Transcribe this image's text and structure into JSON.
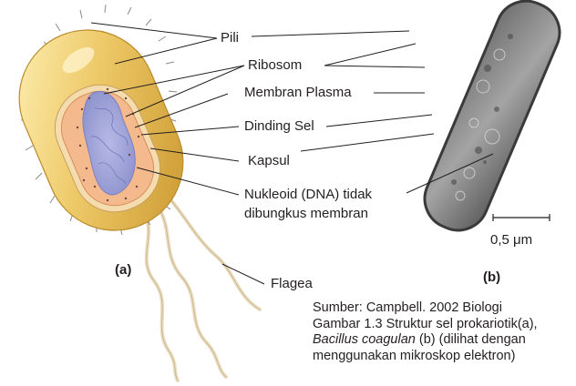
{
  "labels": {
    "pili": "Pili",
    "ribosom": "Ribosom",
    "membran_plasma": "Membran Plasma",
    "dinding_sel": "Dinding Sel",
    "kapsul": "Kapsul",
    "nukleoid_line1": "Nukleoid (DNA) tidak",
    "nukleoid_line2": "dibungkus membran",
    "flagea": "Flagea"
  },
  "panels": {
    "a": "(a)",
    "b": "(b)"
  },
  "scale_bar": {
    "text": "0,5 μm"
  },
  "caption": {
    "line1": "Sumber: Campbell. 2002 Biologi",
    "line2": "Gambar  1.3 Struktur sel prokariotik(a),",
    "line3_italic": "Bacillus coagulan",
    "line3_rest": " (b) (dilihat dengan",
    "line4": "menggunakan mikroskop elektron)"
  },
  "colors": {
    "capsule": "#e9c35a",
    "cell_wall": "#f3d9a8",
    "cytoplasm": "#f6b98f",
    "nucleoid": "#9a9fd6",
    "flagella": "#e9dcc0",
    "micrograph": "#8d8d8d",
    "leader_lines": "#231f20"
  }
}
